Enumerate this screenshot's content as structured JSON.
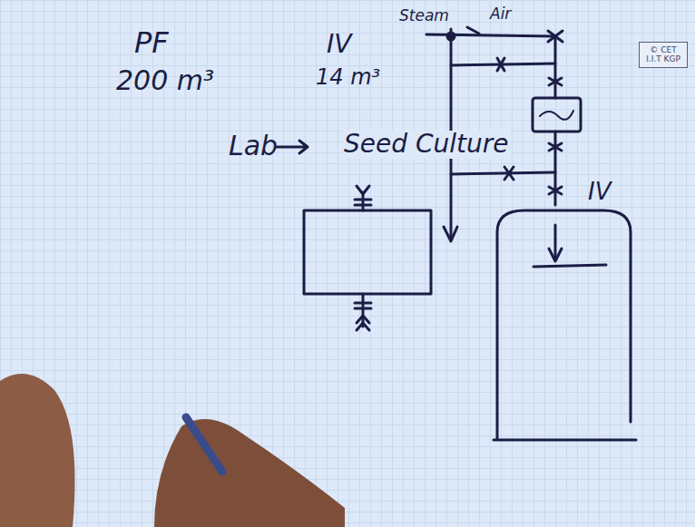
{
  "diagram": {
    "nodes": [
      {
        "text": [
          "© CET I.I.T KGP"
        ]
      },
      {
        "text": [
          "IV"
        ]
      }
    ],
    "labels": [
      "PF",
      "200 m³",
      "IV",
      "14 m³",
      "Lab",
      "Seed Culture",
      "Steam",
      "Air"
    ]
  }
}
